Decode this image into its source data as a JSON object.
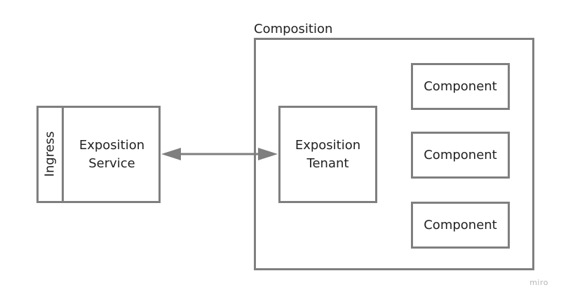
{
  "diagram": {
    "composition_label": "Composition",
    "ingress_label": "Ingress",
    "exposition_service_label": "Exposition\nService",
    "exposition_tenant_label": "Exposition\nTenant",
    "components": [
      "Component",
      "Component",
      "Component"
    ],
    "watermark": "miro"
  },
  "colors": {
    "stroke": "#7f7f7f",
    "text": "#222222",
    "watermark": "#b5b5b5"
  }
}
